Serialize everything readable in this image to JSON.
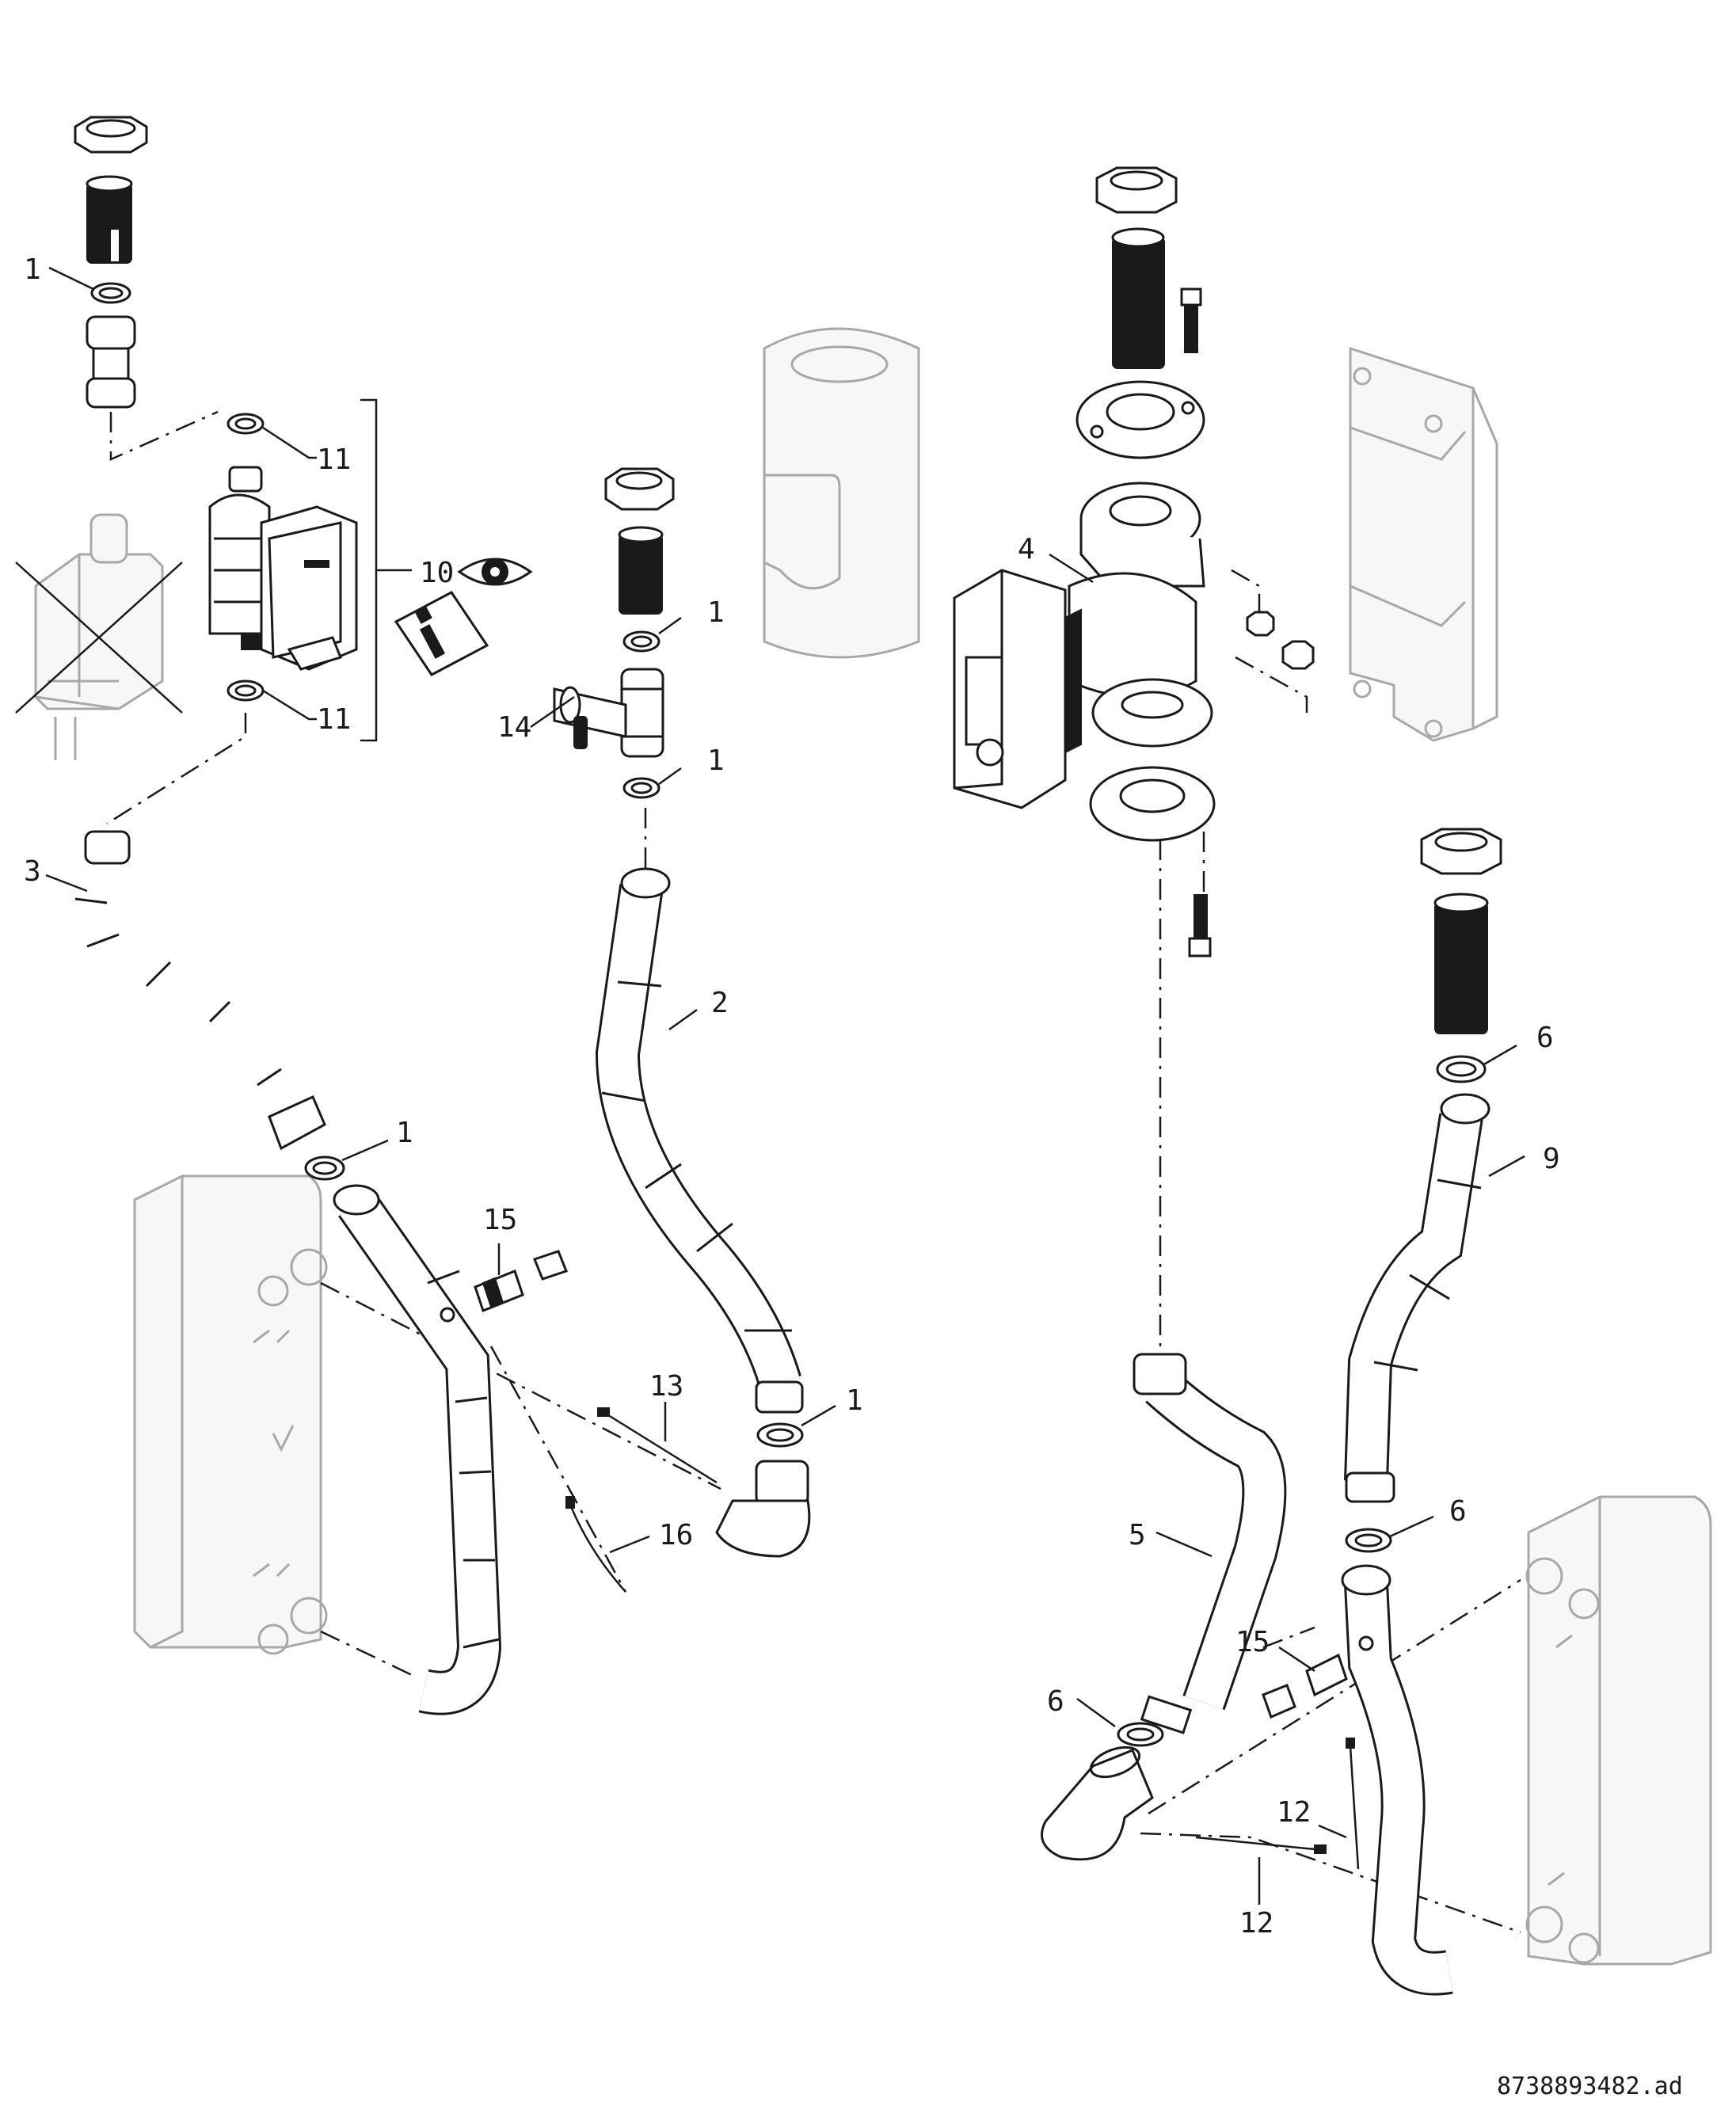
{
  "drawing": {
    "reference_code": "8738893482.ad"
  },
  "callouts": [
    {
      "key": "c1a",
      "label": "1"
    },
    {
      "key": "c11a",
      "label": "11"
    },
    {
      "key": "c10",
      "label": "10"
    },
    {
      "key": "c11b",
      "label": "11"
    },
    {
      "key": "c1b",
      "label": "1"
    },
    {
      "key": "c14",
      "label": "14"
    },
    {
      "key": "c1c",
      "label": "1"
    },
    {
      "key": "c3",
      "label": "3"
    },
    {
      "key": "c2",
      "label": "2"
    },
    {
      "key": "c4",
      "label": "4"
    },
    {
      "key": "c1d",
      "label": "1"
    },
    {
      "key": "c15a",
      "label": "15"
    },
    {
      "key": "c13",
      "label": "13"
    },
    {
      "key": "c1e",
      "label": "1"
    },
    {
      "key": "c16",
      "label": "16"
    },
    {
      "key": "c6a",
      "label": "6"
    },
    {
      "key": "c9",
      "label": "9"
    },
    {
      "key": "c6b",
      "label": "6"
    },
    {
      "key": "c5",
      "label": "5"
    },
    {
      "key": "c15b",
      "label": "15"
    },
    {
      "key": "c6c",
      "label": "6"
    },
    {
      "key": "c12a",
      "label": "12"
    },
    {
      "key": "c12b",
      "label": "12"
    }
  ],
  "icons": {
    "eye": "eye-icon",
    "info_booklet": "info-manual-icon",
    "crossed_pump": "not-applicable-cross-icon"
  }
}
